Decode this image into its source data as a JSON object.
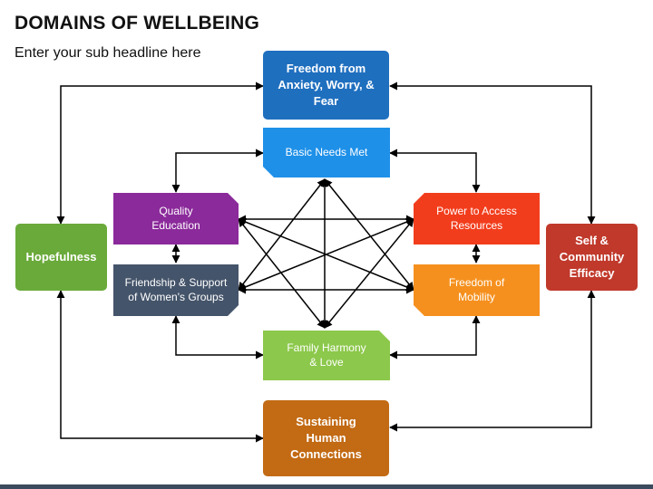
{
  "header": {
    "title": "DOMAINS OF WELLBEING",
    "subtitle": "Enter your sub headline here"
  },
  "colors": {
    "blue_dark": "#1f6fbf",
    "blue_light": "#1e90e8",
    "green_dark": "#6aaa3a",
    "green_light": "#8cc84b",
    "red_dark": "#c0392b",
    "red_light": "#f23d1c",
    "orange": "#f5901e",
    "purple": "#8b2a9b",
    "slate": "#44546a",
    "brown": "#c26a14",
    "line": "#000000"
  },
  "nodes": {
    "freedom_anxiety": "Freedom from Anxiety, Worry, & Fear",
    "hopefulness": "Hopefulness",
    "self_efficacy": "Self & Community Efficacy",
    "sustaining": "Sustaining Human Connections",
    "basic_needs": "Basic Needs Met",
    "quality_education": "Quality Education",
    "friendship": "Friendship & Support of Women's Groups",
    "power_access": "Power to Access Resources",
    "freedom_mobility": "Freedom of Mobility",
    "family_harmony": "Family Harmony & Love"
  }
}
